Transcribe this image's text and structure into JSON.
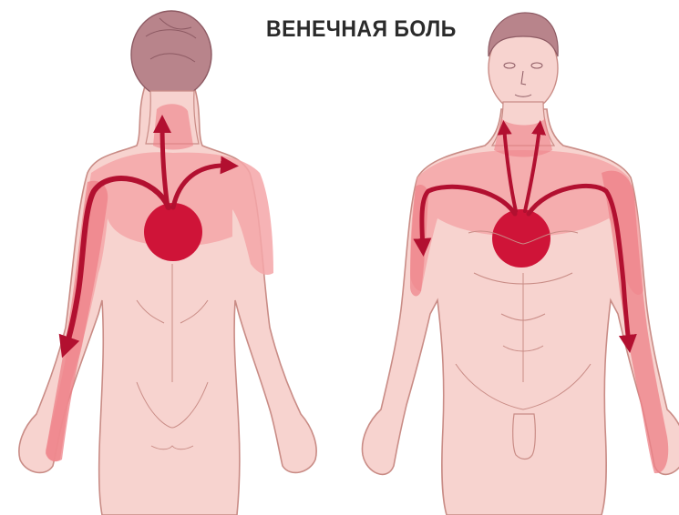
{
  "title": "ВЕНЕЧНАЯ БОЛЬ",
  "colors": {
    "skin": "#f7d3cf",
    "outline": "#c98c86",
    "pain_zone_light": "#f4a6a8",
    "pain_zone_medium": "#ee8087",
    "pain_focus": "#cf1438",
    "arrow": "#b21030",
    "hair": "#b8848b"
  },
  "figures": [
    {
      "view": "back",
      "icon": "human-back-view"
    },
    {
      "view": "front",
      "icon": "human-front-view"
    }
  ]
}
